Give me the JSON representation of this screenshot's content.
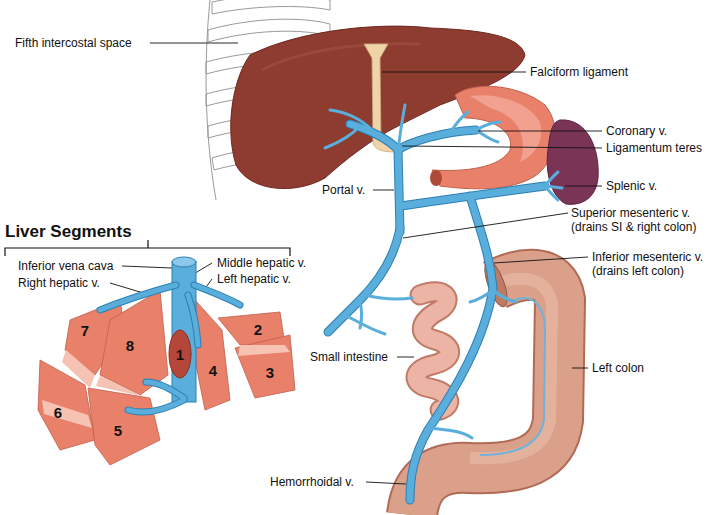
{
  "diagram": {
    "labels": [
      "Fifth intercostal space",
      "Falciform ligament",
      "Coronary v.",
      "Ligamentum teres",
      "Portal v.",
      "Splenic v.",
      "Superior mesenteric v. (drains SI & right colon)",
      "Inferior mesenteric v. (drains left colon)",
      "Liver Segments",
      "Inferior vena cava",
      "Right hepatic v.",
      "Middle hepatic v.",
      "Left hepatic v.",
      "Small intestine",
      "Left colon",
      "Hemorrhoidal v.",
      "7",
      "8",
      "1",
      "4",
      "2",
      "3",
      "6",
      "5"
    ]
  }
}
